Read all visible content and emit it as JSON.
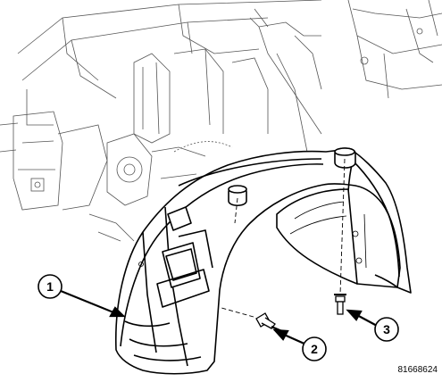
{
  "callouts": [
    {
      "number": "1",
      "part": "wheelhouse-liner"
    },
    {
      "number": "2",
      "part": "lower-fastener"
    },
    {
      "number": "3",
      "part": "upper-fastener"
    }
  ],
  "figure_id": "81668624",
  "colors": {
    "line": "#000000",
    "background": "#ffffff",
    "detail": "#555555"
  }
}
